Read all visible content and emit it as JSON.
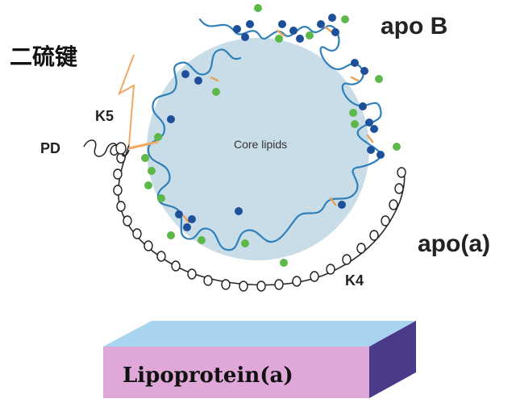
{
  "labels": {
    "disulfide_bond": "二硫键",
    "apo_b": "apo B",
    "k5": "K5",
    "pd": "PD",
    "core_lipids": "Core lipids",
    "apo_a": "apo(a)",
    "k4": "K4",
    "lipoprotein": "Lipoprotein(a)"
  },
  "colors": {
    "core_fill": "#c9dde8",
    "apo_b_strand": "#2f7fb8",
    "blue_bead": "#1d4f9a",
    "green_bead": "#5cb848",
    "apo_a_strand": "#2a2a2a",
    "lightning": "#f0a860",
    "box_top": "#a9d4ef",
    "box_front": "#dfa8d8",
    "box_side": "#4a3a88"
  }
}
